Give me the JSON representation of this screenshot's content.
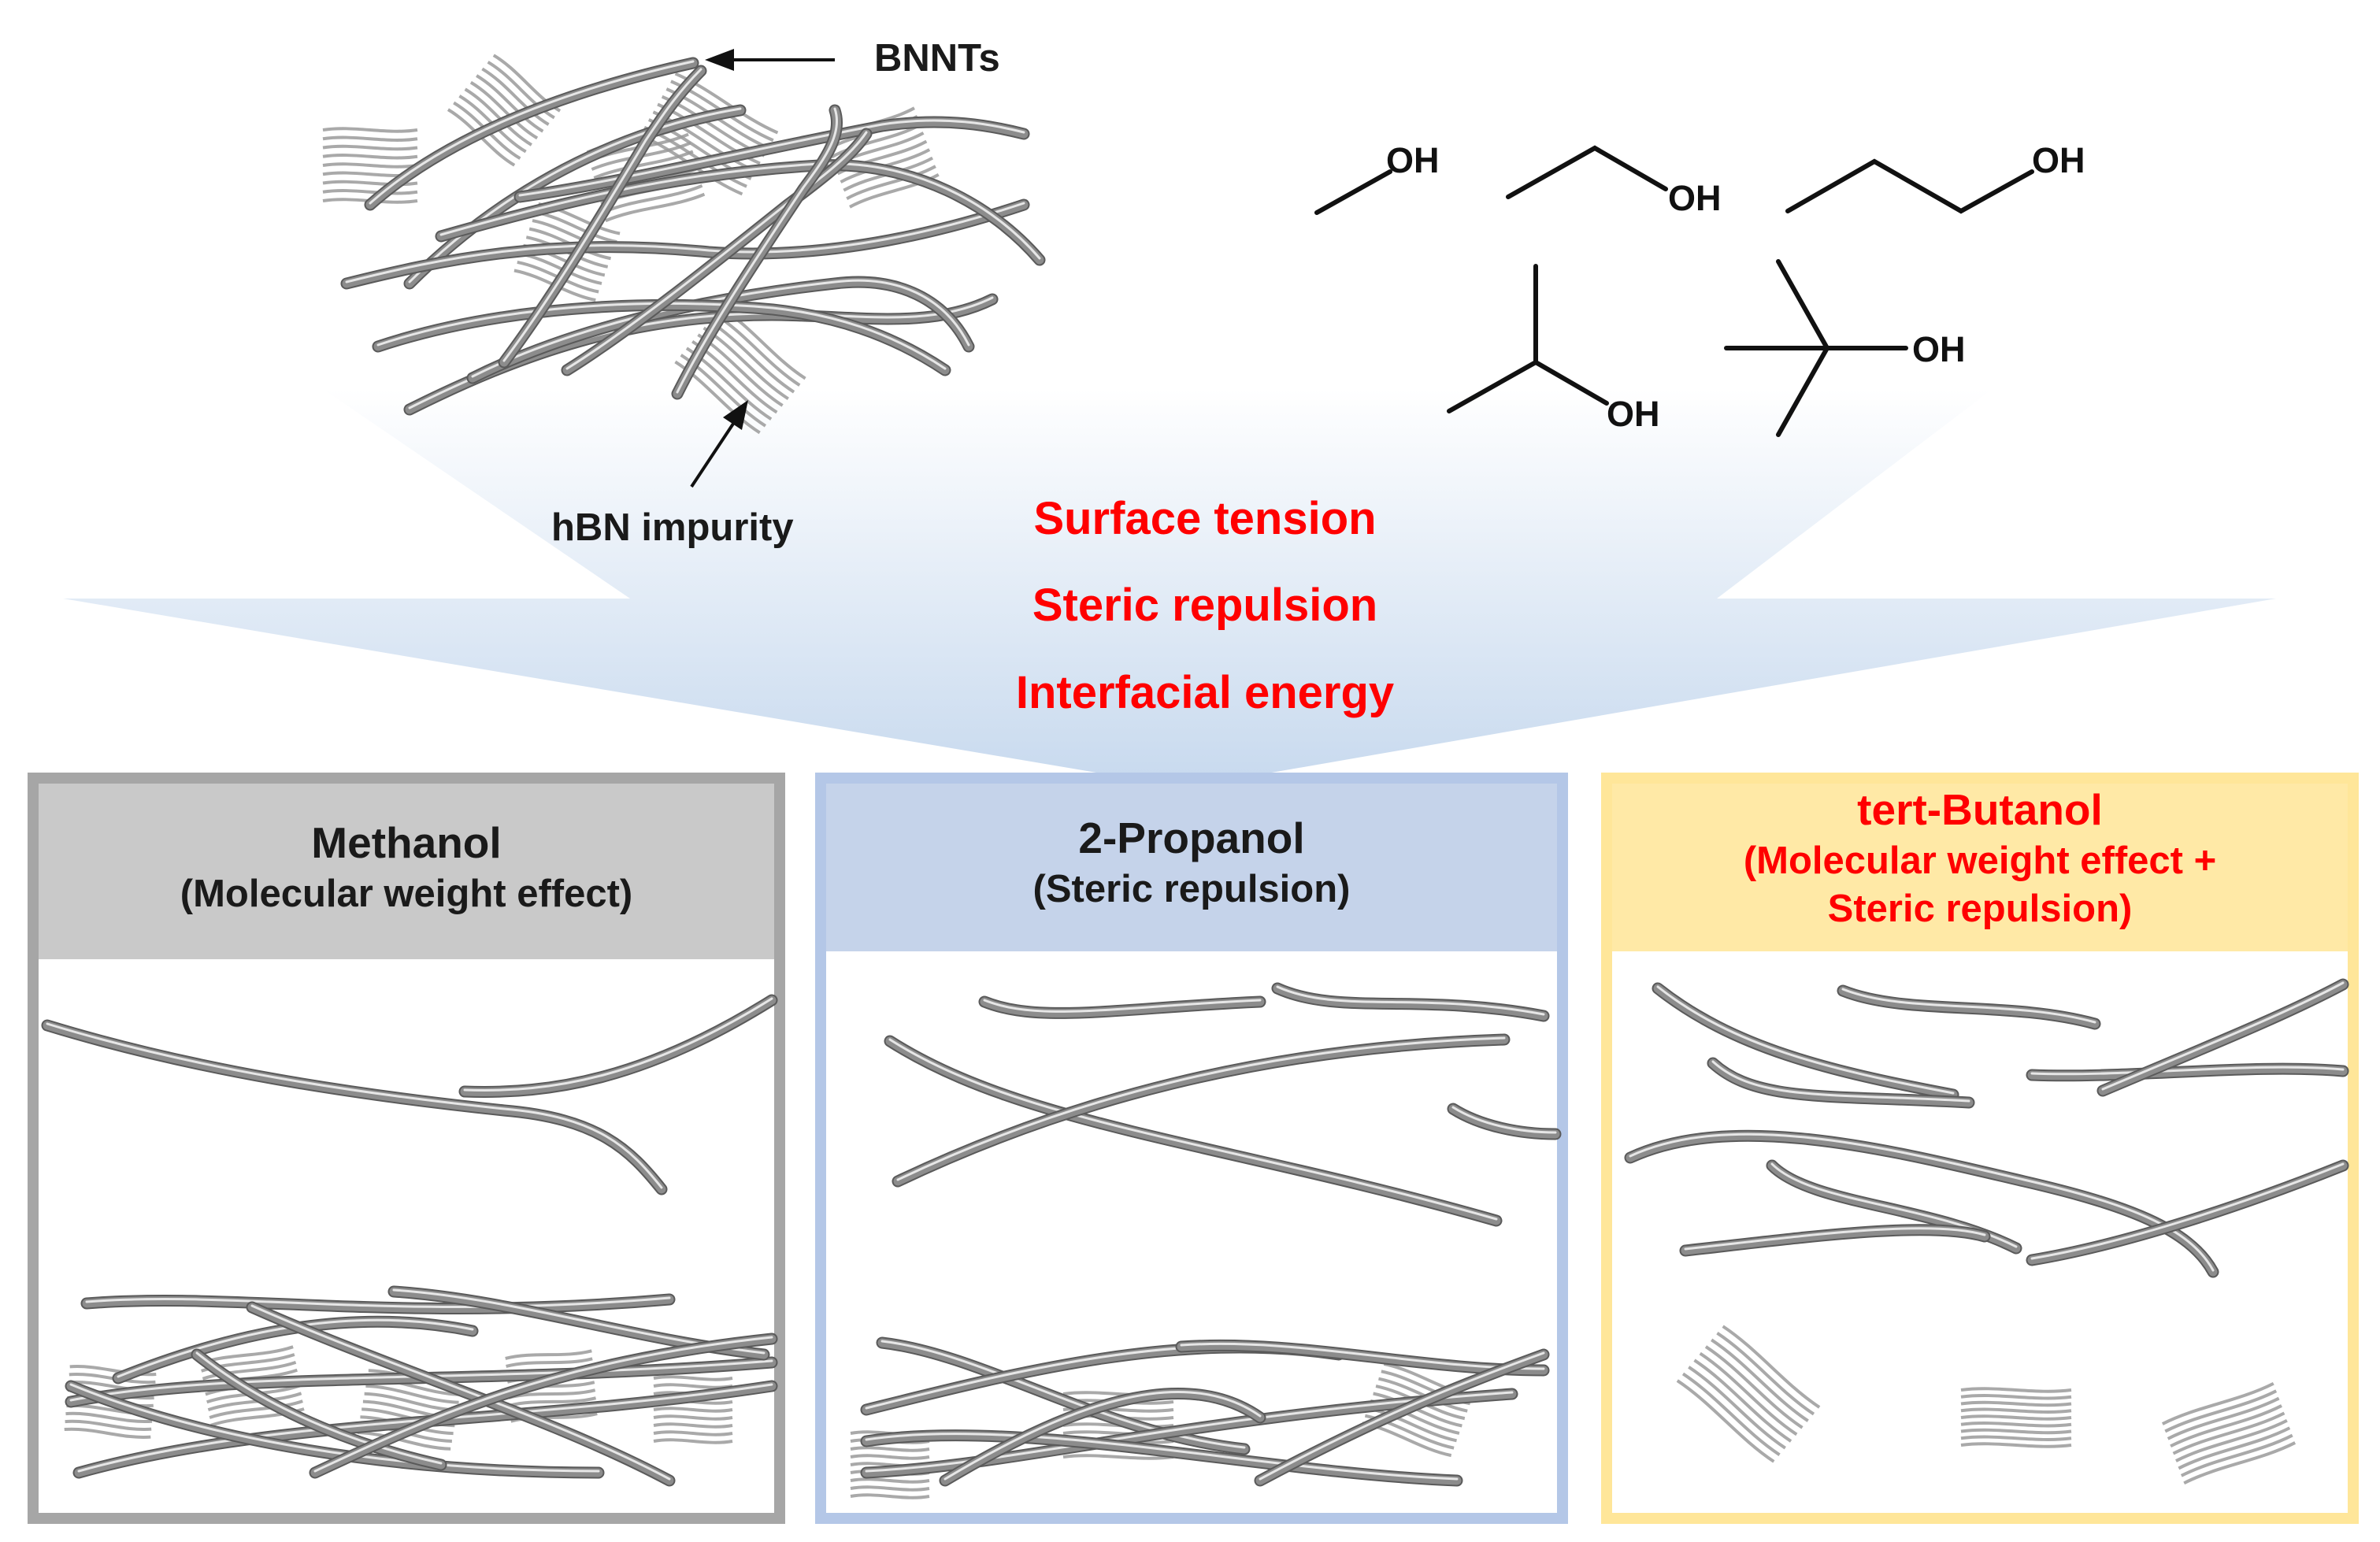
{
  "labels": {
    "bnnts": "BNNTs",
    "hbn_impurity": "hBN impurity"
  },
  "factors": [
    "Surface tension",
    "Steric repulsion",
    "Interfacial energy"
  ],
  "molecules": {
    "oh_label": "OH"
  },
  "panels": [
    {
      "title": "Methanol",
      "subtitle": "(Molecular weight effect)",
      "subtitle2": ""
    },
    {
      "title": "2-Propanol",
      "subtitle": "(Steric repulsion)",
      "subtitle2": ""
    },
    {
      "title": "tert-Butanol",
      "subtitle": "(Molecular weight effect +",
      "subtitle2": "Steric repulsion)"
    }
  ],
  "colors": {
    "red_text": "#ff0000",
    "funnel_top": "#ffffff",
    "funnel_bottom": "#c7d9ee",
    "methanol_frame": "#a6a6a6",
    "methanol_head": "#c9c9c9",
    "propanol_frame": "#b4c7e7",
    "propanol_head": "#c5d3ea",
    "butanol_frame": "#ffe699",
    "butanol_head": "#ffe9a6",
    "tube": "#8c8c8c",
    "impurity": "#9a9a9a"
  }
}
